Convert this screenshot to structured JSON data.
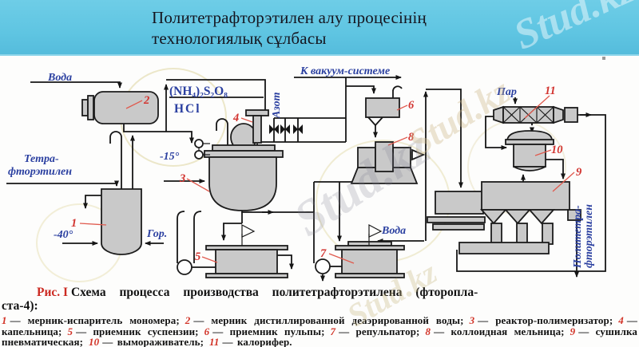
{
  "header": {
    "title_line1": "Политетрафторэтилен алу процесінің",
    "title_line2": "технологиялық сұлбасы"
  },
  "watermark": {
    "text": "Stud.kz"
  },
  "diagram": {
    "labels": {
      "water_top": "Вода",
      "reagent_formula": "(NH₄)₂S₂O₈",
      "reagent_hcl": "HCl",
      "nitrogen": "Азот",
      "to_vacuum": "К вакуум-системе",
      "tetra_line1": "Тетра-",
      "tetra_line2": "фторэтилен",
      "minus15": "-15°",
      "minus40": "-40°",
      "hot": "Гор.",
      "water_bottom": "Вода",
      "steam": "Пар",
      "product_line1": "Политетра-",
      "product_line2": "фторэтилен"
    },
    "numbers": {
      "n1": "1",
      "n2": "2",
      "n3": "3",
      "n4": "4",
      "n5": "5",
      "n6": "6",
      "n7": "7",
      "n8": "8",
      "n9": "9",
      "n10": "10",
      "n11": "11"
    }
  },
  "caption": {
    "figure_label": "Рис. I",
    "title_line1": "Схема процесса производства политетрафторэтилена (фторопла-",
    "title_line2": "ста-4):",
    "legend": [
      {
        "num": "1",
        "text": "— мерник-испаритель мономера;"
      },
      {
        "num": "2",
        "text": "— мерник дистиллированной деаэрированной воды;"
      },
      {
        "num": "3",
        "text": "— реактор-полимеризатор;"
      },
      {
        "num": "4",
        "text": "— капельница;"
      },
      {
        "num": "5",
        "text": "— приемник суспензии;"
      },
      {
        "num": "6",
        "text": "— приемник пульпы;"
      },
      {
        "num": "7",
        "text": "— репульпатор;"
      },
      {
        "num": "8",
        "text": "— коллоидная мельница;"
      },
      {
        "num": "9",
        "text": "— сушилка пневматическая;"
      },
      {
        "num": "10",
        "text": "— вымораживатель;"
      },
      {
        "num": "11",
        "text": "— калорифер."
      }
    ]
  }
}
